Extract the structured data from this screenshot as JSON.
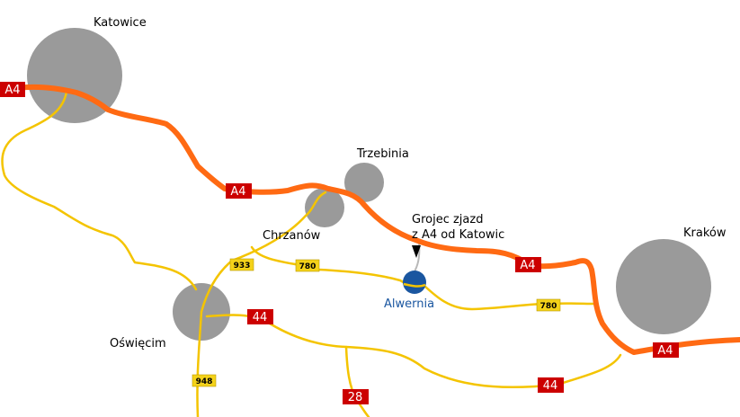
{
  "map": {
    "colors": {
      "background": "#ffffff",
      "motorway": "#ff6a13",
      "road": "#f4c400",
      "city": "#9a9a9a",
      "national_shield": "#cc0000",
      "regional_shield": "#f4d21a",
      "marker": "#1a56a0",
      "access_road": "#b8b8b8"
    },
    "cities": {
      "katowice": "Katowice",
      "trzebinia": "Trzebinia",
      "chrzanow": "Chrzanów",
      "oswiecim": "Oświęcim",
      "krakow": "Kraków"
    },
    "destination": {
      "name": "Alwernia",
      "note_line1": "Grojec zjazd",
      "note_line2": "z A4 od Katowic"
    },
    "shields": {
      "a4": "A4",
      "r44": "44",
      "r28": "28",
      "r780": "780",
      "r933": "933",
      "r948": "948"
    }
  }
}
